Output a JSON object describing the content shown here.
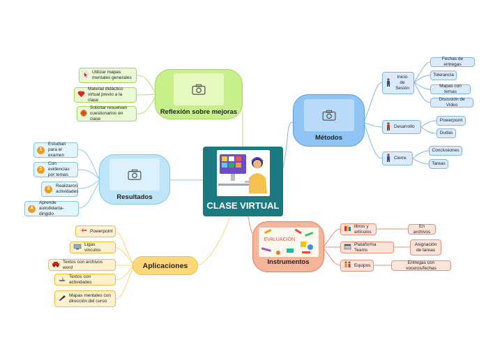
{
  "central": {
    "title": "CLASE VIRTUAL"
  },
  "reflexion": {
    "title": "Reflexión sobre mejoras",
    "items": [
      {
        "label": "Utilizar mapas mentales generales",
        "icon": "cursor-icon"
      },
      {
        "label": "Material didáctico virtual previo a la clase",
        "icon": "heart-icon"
      },
      {
        "label": "Solicitar resuelvan cuestionarios en clase",
        "icon": "basketball-icon"
      }
    ]
  },
  "resultados": {
    "title": "Resultados",
    "items": [
      {
        "n": "1",
        "label": "Estudian para el examen"
      },
      {
        "n": "2",
        "label": "Con evidencias por temas"
      },
      {
        "n": "3",
        "label": "Realizaron actividades"
      },
      {
        "n": "4",
        "label": "Aprende autodidacta-dirigido"
      }
    ]
  },
  "aplicaciones": {
    "title": "Aplicaciones",
    "items": [
      {
        "label": "Powerpoint",
        "icon": "airplane-icon"
      },
      {
        "label": "Ligas vinculos",
        "icon": "monitor-icon"
      },
      {
        "label": "Textos con archivos word",
        "icon": "car-icon"
      },
      {
        "label": "Textos con actividades",
        "icon": "boat-icon"
      },
      {
        "label": "Mapas mentales con dirección del curso",
        "icon": "pen-icon"
      }
    ]
  },
  "metodos": {
    "title": "Métodos",
    "groups": [
      {
        "label": "Inicio de Sesión",
        "children": [
          "Fechas de entregas",
          "Tolerancia",
          "Mapas con temas",
          "Discusión de Video"
        ]
      },
      {
        "label": "Desarrollo",
        "children": [
          "Powerpoint",
          "Dudas"
        ]
      },
      {
        "label": "Cierre",
        "children": [
          "Conclusiones",
          "Tareas"
        ]
      }
    ]
  },
  "instrumentos": {
    "title": "Instrumentos",
    "image_text": "EVALUACIÓN",
    "groups": [
      {
        "label": "libros y artículos",
        "child": "En archivos",
        "icon": "books-icon"
      },
      {
        "label": "Plataforma Teams",
        "child": "Asignación de tareas",
        "icon": "calendar-icon"
      },
      {
        "label": "Equipos",
        "child": "Entregas con voceros/fechas",
        "icon": "people-icon"
      }
    ]
  },
  "colors": {
    "central": "#1a7a80",
    "reflexion": "#c8f08a",
    "resultados": "#bfe6f8",
    "aplicaciones": "#ffd87a",
    "metodos": "#8fc4f5",
    "instrumentos": "#f5b59a",
    "orange_num": "#f29a1f"
  }
}
